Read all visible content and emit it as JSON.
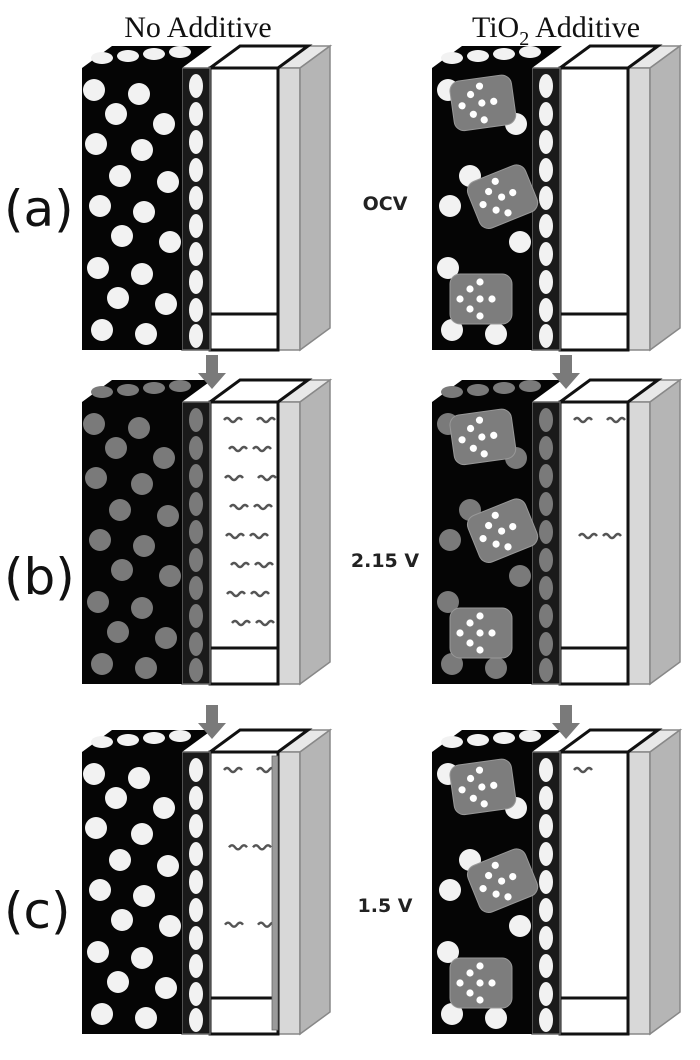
{
  "columns": [
    {
      "id": "no-additive",
      "title": "No Additive"
    },
    {
      "id": "tio2-additive",
      "title_main": "TiO",
      "title_sub": "2",
      "title_rest": " Additive"
    }
  ],
  "rows": [
    {
      "id": "a",
      "label": "(a)",
      "condition": "OCV",
      "state": "charged",
      "polysulfide_count": {
        "no-additive": 0,
        "tio2-additive": 0
      }
    },
    {
      "id": "b",
      "label": "(b)",
      "condition": "2.15 V",
      "state": "discharging",
      "polysulfide_count": {
        "no-additive": 16,
        "tio2-additive": 4
      }
    },
    {
      "id": "c",
      "label": "(c)",
      "condition": "1.5 V",
      "state": "discharged",
      "polysulfide_count": {
        "no-additive": 6,
        "tio2-additive": 1
      }
    }
  ],
  "colors": {
    "electrode_face": "#050505",
    "particle_bright": "#f2f2f2",
    "particle_dim": "#7a7a7a",
    "tio2_agglomerate": "#7d7d7d",
    "separator": "#d8d8d8",
    "separator_side": "#b5b5b5",
    "arrow": "#7a7a7a",
    "species": "#555555"
  }
}
